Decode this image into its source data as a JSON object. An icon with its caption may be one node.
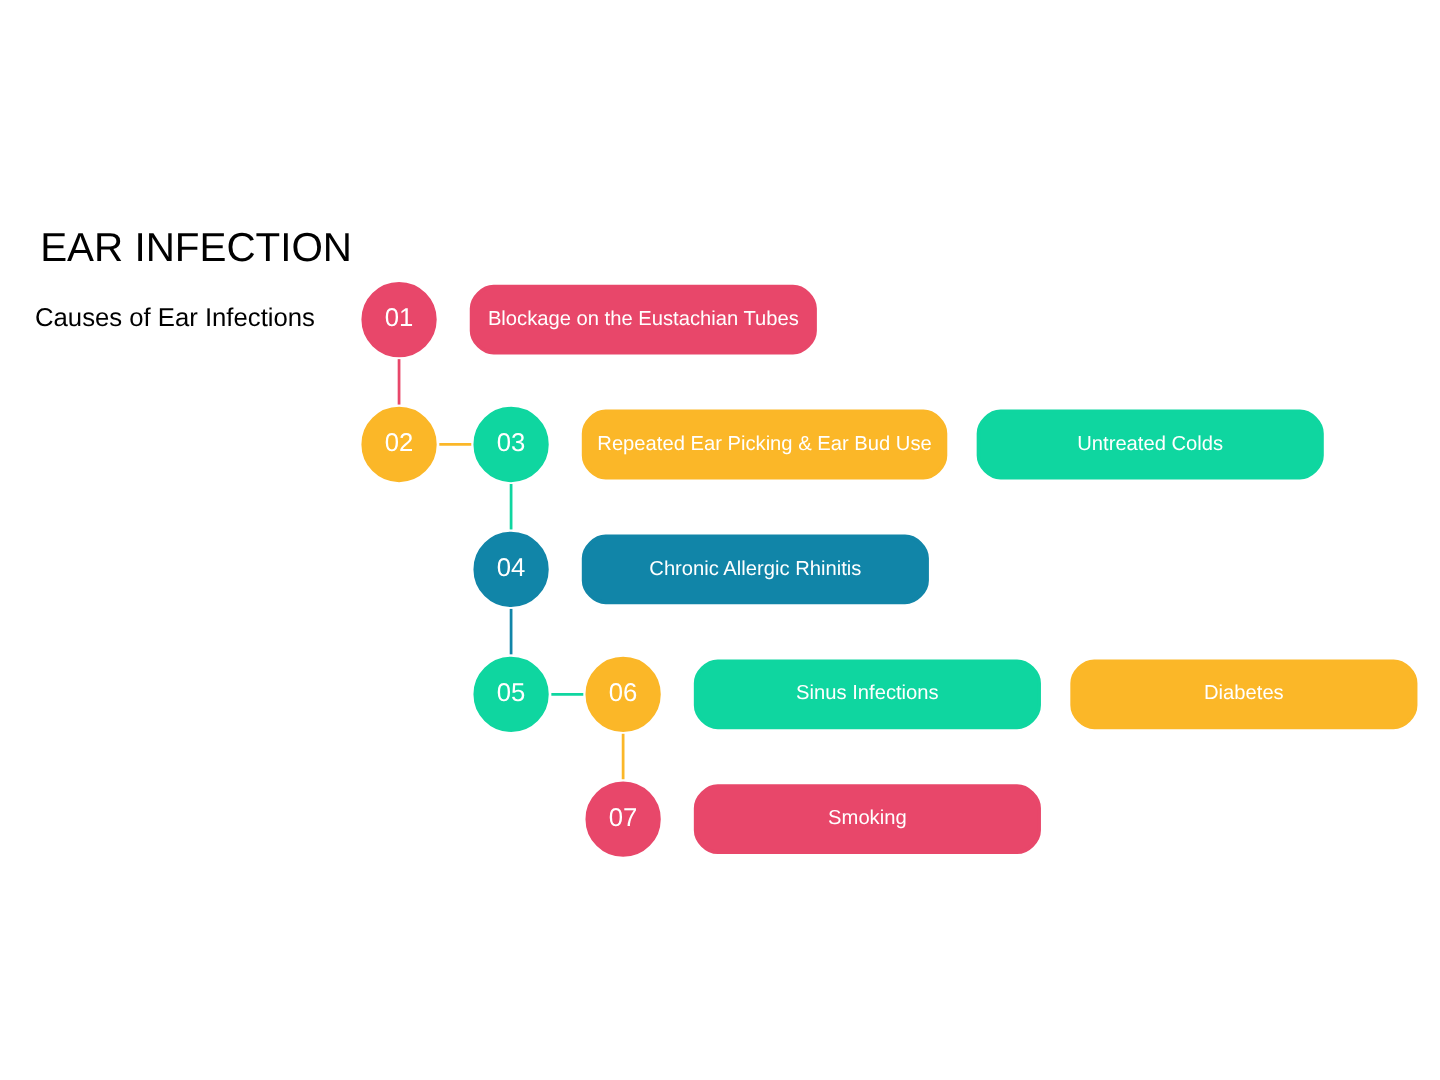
{
  "diagram": {
    "title": "EAR INFECTION",
    "nodes": [
      {
        "text": [
          "01"
        ]
      },
      {
        "text": [
          "Blockage on the Eustachian Tubes"
        ]
      },
      {
        "text": [
          "Repeated Ear Picking & Ear Bud Use"
        ]
      },
      {
        "text": [
          "02"
        ]
      },
      {
        "text": [
          "03"
        ]
      },
      {
        "text": [
          "Untreated Colds"
        ]
      },
      {
        "text": [
          "04"
        ]
      },
      {
        "text": [
          "Chronic Allergic Rhinitis"
        ]
      },
      {
        "text": [
          "Sinus Infections"
        ]
      },
      {
        "text": [
          "05"
        ]
      },
      {
        "text": [
          "06"
        ]
      },
      {
        "text": [
          "Diabetes"
        ]
      },
      {
        "text": [
          "Smoking"
        ]
      },
      {
        "text": [
          "07"
        ]
      }
    ],
    "edges": [
      {
        "from": 0,
        "to": 3,
        "arrow": "none",
        "color": "#e8476a"
      },
      {
        "from": 3,
        "to": 4,
        "arrow": "none",
        "color": "#fbb728"
      },
      {
        "from": 4,
        "to": 6,
        "arrow": "none",
        "color": "#0fd6a0"
      },
      {
        "from": 6,
        "to": 9,
        "arrow": "none",
        "color": "#1185a8"
      },
      {
        "from": 9,
        "to": 10,
        "arrow": "none",
        "color": "#0fd6a0"
      },
      {
        "from": 10,
        "to": 13,
        "arrow": "none",
        "color": "#fbb728"
      }
    ],
    "labels": [
      "Causes of Ear Infections"
    ]
  }
}
